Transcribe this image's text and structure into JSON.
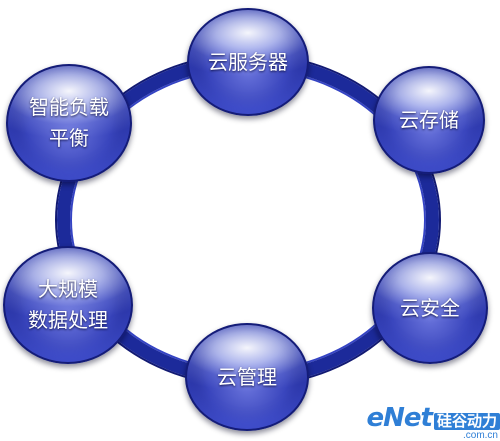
{
  "diagram": {
    "nodes": [
      {
        "id": "server",
        "lines": [
          "云服务器"
        ]
      },
      {
        "id": "storage",
        "lines": [
          "云存储"
        ]
      },
      {
        "id": "security",
        "lines": [
          "云安全"
        ]
      },
      {
        "id": "management",
        "lines": [
          "云管理"
        ]
      },
      {
        "id": "bigdata",
        "lines": [
          "大规模",
          "数据处理"
        ]
      },
      {
        "id": "load_balance",
        "lines": [
          "智能负载",
          "平衡"
        ]
      }
    ]
  },
  "watermark": {
    "brand": "eNet",
    "brand_cn": "硅谷动力",
    "url": ".com.cn"
  },
  "colors": {
    "ring": "#1c2a9a",
    "node_dark": "#1d2690",
    "node_light": "#6a74dc",
    "watermark": "#2f7fd6"
  }
}
